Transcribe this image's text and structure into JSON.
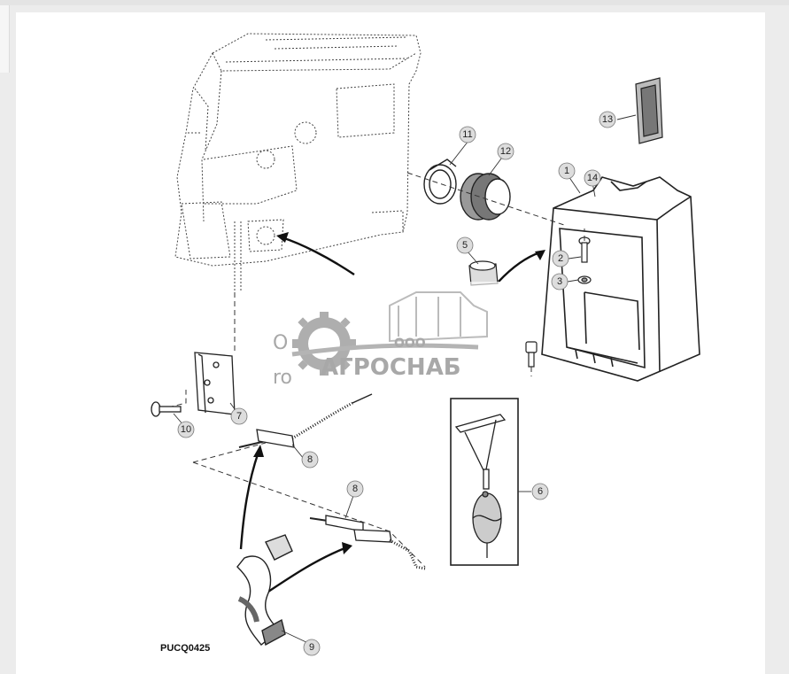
{
  "figure": {
    "code": "PUCQ0425",
    "callouts": [
      "1",
      "2",
      "3",
      "5",
      "6",
      "7",
      "8",
      "8",
      "9",
      "10",
      "11",
      "12",
      "13",
      "14"
    ]
  },
  "watermark": {
    "prefix": "ООО",
    "name": "АГРОСНАБ",
    "fragment_1": "О",
    "fragment_2": "ro"
  },
  "colors": {
    "line": "#222222",
    "callout_fill": "#dddddd",
    "watermark": "#9a9a9a"
  }
}
